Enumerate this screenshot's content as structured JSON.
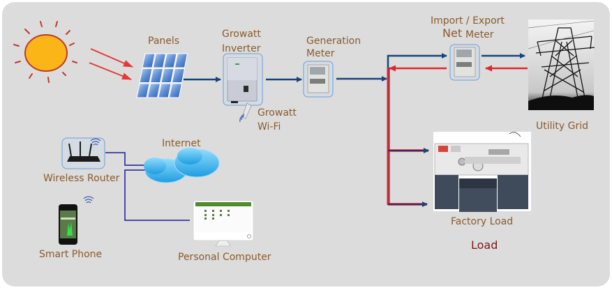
{
  "diagram": {
    "title": "Growatt solar monitoring system",
    "colors": {
      "background": "#dcdcdc",
      "label": "#8a5a2b",
      "load_title": "#7a1a1a",
      "flow_generation": "#17457a",
      "flow_import": "#e0262b",
      "network_line": "#1a1a9a",
      "sun_fill": "#fbb516",
      "sun_stroke": "#c0392b"
    },
    "nodes": {
      "sun": {
        "label": "",
        "icon": "sun-icon"
      },
      "panels": {
        "label": "Panels",
        "icon": "solar-panel-icon"
      },
      "inverter": {
        "label_line1": "Growatt",
        "label_line2": "Inverter",
        "icon": "inverter-icon"
      },
      "wifi_module": {
        "label_line1": "Growatt",
        "label_line2": "Wi-Fi",
        "icon": "wifi-dongle-icon"
      },
      "generation_meter": {
        "label_line1": "Generation",
        "label_line2": "Meter",
        "icon": "meter-icon"
      },
      "net_meter": {
        "label_line1": "Import / Export",
        "label_prefix": "Net",
        "label_suffix": "Meter",
        "icon": "meter-icon"
      },
      "utility_grid": {
        "label": "Utility Grid",
        "icon": "pylon-icon"
      },
      "factory_load": {
        "label": "Factory Load",
        "icon": "lathe-machine-icon"
      },
      "load_section": {
        "label": "Load"
      },
      "wireless_router": {
        "label": "Wireless Router",
        "icon": "router-icon"
      },
      "internet": {
        "label": "Internet",
        "icon": "cloud-icon"
      },
      "smart_phone": {
        "label": "Smart Phone",
        "icon": "smartphone-icon"
      },
      "personal_computer": {
        "label": "Personal Computer",
        "icon": "monitor-icon"
      }
    },
    "edges": [
      {
        "from": "sun",
        "to": "panels",
        "type": "sunlight"
      },
      {
        "from": "panels",
        "to": "inverter",
        "type": "generation"
      },
      {
        "from": "inverter",
        "to": "generation_meter",
        "type": "generation"
      },
      {
        "from": "generation_meter",
        "to": "bus",
        "type": "generation"
      },
      {
        "from": "bus",
        "to": "net_meter",
        "type": "export"
      },
      {
        "from": "net_meter",
        "to": "utility_grid",
        "type": "export"
      },
      {
        "from": "utility_grid",
        "to": "net_meter",
        "type": "import"
      },
      {
        "from": "net_meter",
        "to": "bus",
        "type": "import"
      },
      {
        "from": "bus",
        "to": "factory_load",
        "type": "supply"
      },
      {
        "from": "bus",
        "to": "factory_load",
        "type": "supply"
      },
      {
        "from": "wireless_router",
        "to": "internet",
        "type": "network"
      },
      {
        "from": "internet",
        "to": "personal_computer",
        "type": "network"
      }
    ]
  }
}
